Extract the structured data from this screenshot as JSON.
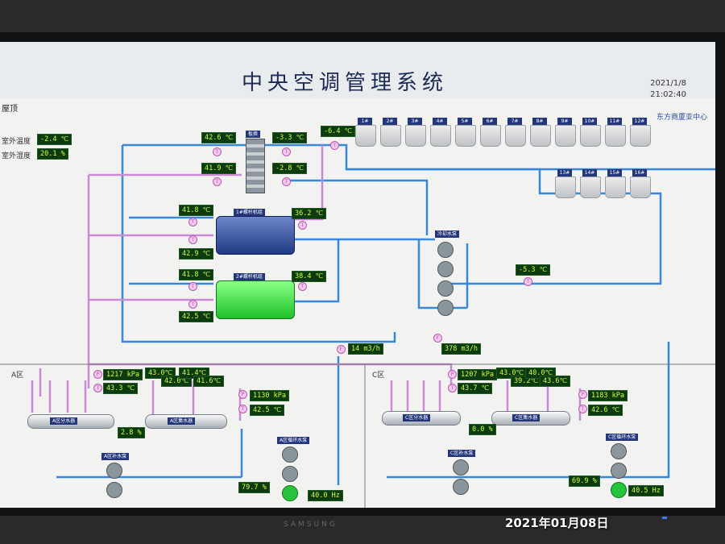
{
  "title": "中央空调管理系统",
  "date": "2021/1/8",
  "time": "21:02:40",
  "company": "东方商厦亚中心",
  "rooftop": "屋顶",
  "outdoor": {
    "temp_label": "室外温度",
    "temp_value": "-2.4 ℃",
    "hum_label": "室外湿度",
    "hum_value": "20.1 %"
  },
  "towers": {
    "row1": [
      "1#",
      "2#",
      "3#",
      "4#",
      "5#",
      "6#",
      "7#",
      "8#",
      "9#",
      "10#",
      "11#",
      "12#"
    ],
    "row2": [
      "13#",
      "14#",
      "15#",
      "16#"
    ]
  },
  "plate_hx": {
    "label": "板换"
  },
  "chillers": [
    {
      "label": "1#螺杆机组",
      "color": "#2a4ea0"
    },
    {
      "label": "2#螺杆机组",
      "color": "#35e03a"
    }
  ],
  "readings": {
    "hx_in": "42.6 ℃",
    "hx_out": "41.9 ℃",
    "hx_r1": "-3.3 ℃",
    "hx_r2": "-2.8 ℃",
    "tower_in": "-6.4 ℃",
    "ch1_a": "41.8 ℃",
    "ch1_b": "42.9 ℃",
    "ch1_c": "36.2 ℃",
    "ch2_a": "41.8 ℃",
    "ch2_b": "42.5 ℃",
    "ch2_c": "38.4 ℃",
    "cool_ret": "-5.3 ℃",
    "flow_1": "14 m3/h",
    "flow_2": "378 m3/h"
  },
  "pumps": {
    "cooling_label": "冷却水泵"
  },
  "zone_a": {
    "label": "A区",
    "pressure": "1217 kPa",
    "temp": "43.3 ℃",
    "dist_label": "A区分水器",
    "coll_label": "A区集水器",
    "valve": "2.8 %",
    "branch_temps": [
      "43.0℃",
      "42.0℃",
      "41.4℃",
      "41.6℃"
    ],
    "ret_pressure": "1130 kPa",
    "ret_temp": "42.5 ℃",
    "pump1_label": "A区补水泵",
    "pump2_label": "A区循环水泵",
    "pump_pct": "79.7 %",
    "freq": "40.0 Hz"
  },
  "zone_c": {
    "label": "C区",
    "pressure": "1207 kPa",
    "temp": "43.7 ℃",
    "dist_label": "C区分水器",
    "coll_label": "C区集水器",
    "valve": "0.0 %",
    "branch_temps": [
      "43.0℃",
      "39.2℃",
      "40.0℃",
      "43.6℃"
    ],
    "ret_pressure": "1183 kPa",
    "ret_temp": "42.6 ℃",
    "pump1_label": "C区补水泵",
    "pump2_label": "C区循环水泵",
    "pump_pct": "69.9 %",
    "freq": "40.5 Hz"
  },
  "monitor_brand": "SAMSUNG",
  "photo_stamp": "2021年01月08日"
}
